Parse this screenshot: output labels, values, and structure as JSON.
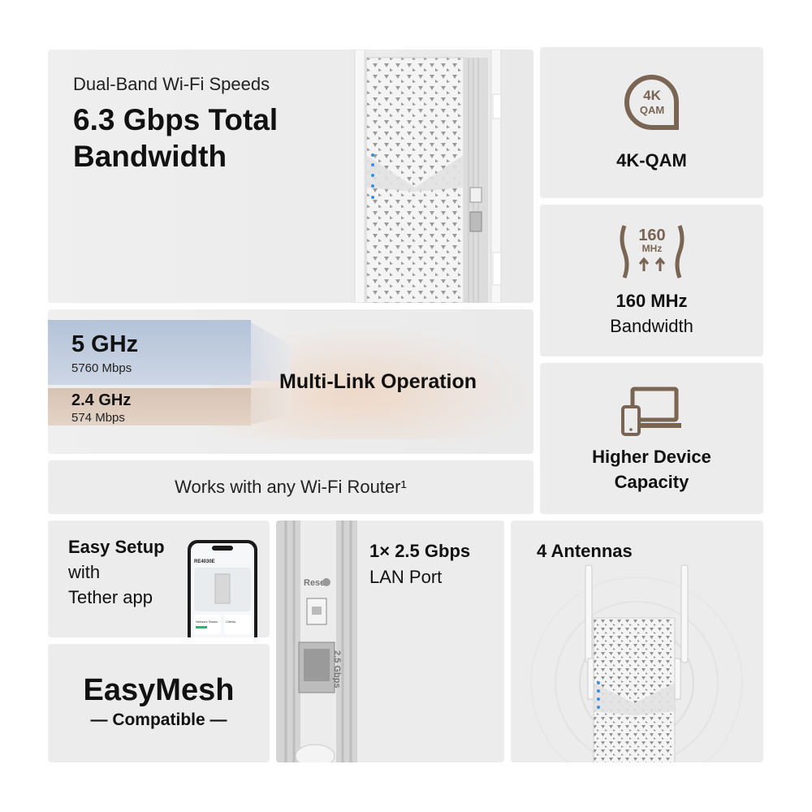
{
  "bandwidth_card": {
    "subtitle": "Dual-Band Wi-Fi Speeds",
    "headline": "6.3 Gbps Total Bandwidth"
  },
  "qam_card": {
    "icon_text_top": "4K",
    "icon_text_bottom": "QAM",
    "label": "4K-QAM"
  },
  "mhz_card": {
    "icon_text_top": "160",
    "icon_text_bottom": "MHz",
    "label_line1": "160 MHz",
    "label_line2": "Bandwidth"
  },
  "device_card": {
    "label_line1": "Higher Device",
    "label_line2": "Capacity"
  },
  "mlo_card": {
    "band1_name": "5 GHz",
    "band1_speed": "5760 Mbps",
    "band2_name": "2.4 GHz",
    "band2_speed": "574 Mbps",
    "title": "Multi-Link Operation"
  },
  "router_card": {
    "text": "Works with any Wi-Fi Router¹"
  },
  "setup_card": {
    "line1": "Easy Setup",
    "line2": "with",
    "line3": "Tether app",
    "phone_title": "RE4030E",
    "phone_label1": "Network Status",
    "phone_label2": "Clients"
  },
  "mesh_card": {
    "title": "EasyMesh",
    "subtitle": "— Compatible —"
  },
  "lan_card": {
    "line1": "1× 2.5 Gbps",
    "line2": "LAN Port",
    "reset_label": "Reset",
    "port_label": "2.5 Gbps"
  },
  "antenna_card": {
    "title": "4 Antennas"
  },
  "colors": {
    "icon_brown": "#7a6553",
    "card_bg": "#ececec"
  }
}
